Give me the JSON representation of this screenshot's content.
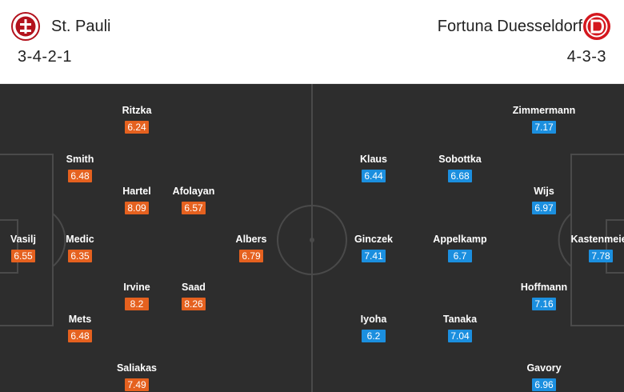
{
  "home": {
    "name": "St. Pauli",
    "formation": "3-4-2-1",
    "colors": {
      "rating_bg": "#e5611f",
      "logo": "#b3121d"
    },
    "logo_icon": "st-pauli-crest-icon",
    "players": [
      {
        "name": "Vasilj",
        "rating": "6.55"
      },
      {
        "name": "Smith",
        "rating": "6.48"
      },
      {
        "name": "Medic",
        "rating": "6.35"
      },
      {
        "name": "Mets",
        "rating": "6.48"
      },
      {
        "name": "Ritzka",
        "rating": "6.24"
      },
      {
        "name": "Hartel",
        "rating": "8.09"
      },
      {
        "name": "Irvine",
        "rating": "8.2"
      },
      {
        "name": "Saliakas",
        "rating": "7.49"
      },
      {
        "name": "Afolayan",
        "rating": "6.57"
      },
      {
        "name": "Saad",
        "rating": "8.26"
      },
      {
        "name": "Albers",
        "rating": "6.79"
      }
    ]
  },
  "away": {
    "name": "Fortuna Duesseldorf",
    "formation": "4-3-3",
    "colors": {
      "rating_bg": "#1b8fdf",
      "logo": "#d4171e"
    },
    "logo_icon": "fortuna-duesseldorf-crest-icon",
    "players": [
      {
        "name": "Kastenmeier",
        "rating": "7.78"
      },
      {
        "name": "Zimmermann",
        "rating": "7.17"
      },
      {
        "name": "Wijs",
        "rating": "6.97"
      },
      {
        "name": "Hoffmann",
        "rating": "7.16"
      },
      {
        "name": "Gavory",
        "rating": "6.96"
      },
      {
        "name": "Sobottka",
        "rating": "6.68"
      },
      {
        "name": "Appelkamp",
        "rating": "6.7"
      },
      {
        "name": "Tanaka",
        "rating": "7.04"
      },
      {
        "name": "Klaus",
        "rating": "6.44"
      },
      {
        "name": "Ginczek",
        "rating": "7.41"
      },
      {
        "name": "Iyoha",
        "rating": "6.2"
      }
    ]
  },
  "pitch": {
    "background": "#2d2d2d",
    "line_color": "#4a4a4a"
  }
}
